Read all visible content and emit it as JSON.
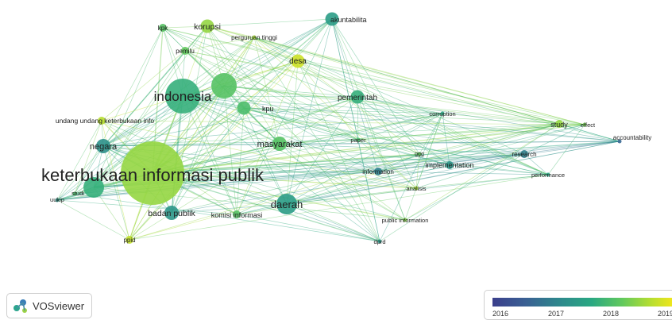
{
  "app": {
    "name": "VOSviewer"
  },
  "legend": {
    "ticks": [
      "2016",
      "2017",
      "2018",
      "2019"
    ],
    "colors": [
      "#3b3f8c",
      "#2d8a8c",
      "#2aa882",
      "#62c95d",
      "#b7de30",
      "#f0e61c"
    ]
  },
  "nodes": [
    {
      "id": "kip",
      "label": "keterbukaan informasi publik",
      "year": 2018.3,
      "weight": 10
    },
    {
      "id": "indonesia",
      "label": "indonesia",
      "year": 2017.6,
      "weight": 7
    },
    {
      "id": "daerah",
      "label": "daerah",
      "year": 2017.3,
      "weight": 5
    },
    {
      "id": "masyarakat",
      "label": "masyarakat",
      "year": 2017.9,
      "weight": 4
    },
    {
      "id": "negara",
      "label": "negara",
      "year": 2017.1,
      "weight": 4
    },
    {
      "id": "badan_publik",
      "label": "badan publik",
      "year": 2017.2,
      "weight": 4
    },
    {
      "id": "pemerintah",
      "label": "pemerintah",
      "year": 2017.6,
      "weight": 3
    },
    {
      "id": "kpu",
      "label": "kpu",
      "year": 2017.8,
      "weight": 3
    },
    {
      "id": "korupsi",
      "label": "korupsi",
      "year": 2018.3,
      "weight": 3
    },
    {
      "id": "desa",
      "label": "desa",
      "year": 2018.7,
      "weight": 3
    },
    {
      "id": "akuntabilita",
      "label": "akuntabilita",
      "year": 2017.3,
      "weight": 3
    },
    {
      "id": "kpk",
      "label": "kpk",
      "year": 2017.9,
      "weight": 2
    },
    {
      "id": "pemilu",
      "label": "pemilu",
      "year": 2018.0,
      "weight": 2
    },
    {
      "id": "perguruan",
      "label": "perguruan tinggi",
      "year": 2018.4,
      "weight": 1
    },
    {
      "id": "uukip",
      "label": "undang undang keterbukaan info",
      "year": 2018.5,
      "weight": 2
    },
    {
      "id": "komisi",
      "label": "komisi informasi",
      "year": 2017.9,
      "weight": 2
    },
    {
      "id": "ppid",
      "label": "ppid",
      "year": 2018.6,
      "weight": 2
    },
    {
      "id": "studi",
      "label": "studi",
      "year": 2017.8,
      "weight": 1
    },
    {
      "id": "uukip2",
      "label": "uukip",
      "year": 2017.2,
      "weight": 1
    },
    {
      "id": "study",
      "label": "study",
      "year": 2018.3,
      "weight": 2
    },
    {
      "id": "effect",
      "label": "effect",
      "year": 2018.1,
      "weight": 1
    },
    {
      "id": "accountability",
      "label": "accountability",
      "year": 2016.6,
      "weight": 1
    },
    {
      "id": "research",
      "label": "research",
      "year": 2016.9,
      "weight": 2
    },
    {
      "id": "performance",
      "label": "performance",
      "year": 2017.4,
      "weight": 1
    },
    {
      "id": "implementation",
      "label": "implementation",
      "year": 2017.2,
      "weight": 2
    },
    {
      "id": "information",
      "label": "information",
      "year": 2016.9,
      "weight": 2
    },
    {
      "id": "corruption",
      "label": "corruption",
      "year": 2017.5,
      "weight": 1
    },
    {
      "id": "paper",
      "label": "paper",
      "year": 2017.8,
      "weight": 1
    },
    {
      "id": "ggg",
      "label": "ggg",
      "year": 2018.0,
      "weight": 1
    },
    {
      "id": "analisis",
      "label": "analisis",
      "year": 2018.4,
      "weight": 1
    },
    {
      "id": "public_info",
      "label": "public information",
      "year": 2018.2,
      "weight": 1
    },
    {
      "id": "dprd",
      "label": "dprd",
      "year": 2017.2,
      "weight": 1
    },
    {
      "id": "hub1",
      "label": "",
      "year": 2017.9,
      "weight": 5
    },
    {
      "id": "hub2",
      "label": "",
      "year": 2017.6,
      "weight": 3
    }
  ]
}
